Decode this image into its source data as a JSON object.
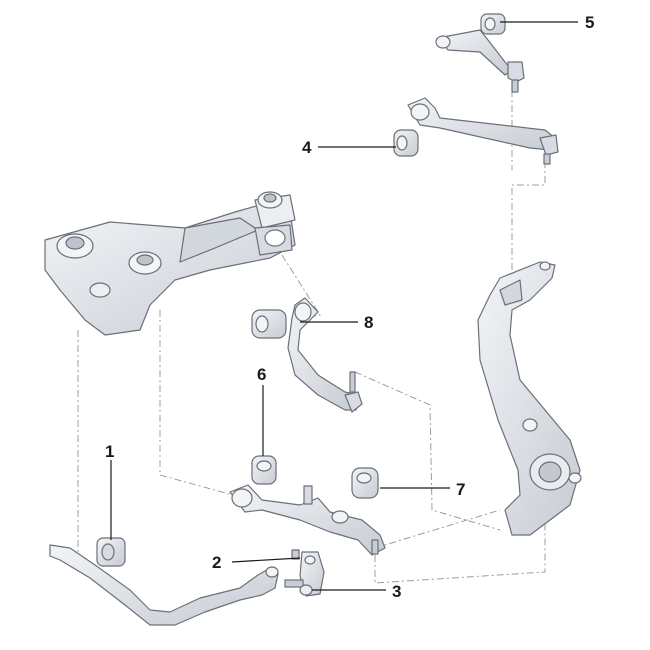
{
  "callouts": [
    {
      "id": "1",
      "label": "1"
    },
    {
      "id": "2",
      "label": "2"
    },
    {
      "id": "3",
      "label": "3"
    },
    {
      "id": "4",
      "label": "4"
    },
    {
      "id": "5",
      "label": "5"
    },
    {
      "id": "6",
      "label": "6"
    },
    {
      "id": "7",
      "label": "7"
    },
    {
      "id": "8",
      "label": "8"
    }
  ],
  "colors": {
    "part_fill": "#e4e7ec",
    "part_shade": "#c9ced6",
    "part_stroke": "#6b7078",
    "dash_line": "#9a9ea5",
    "leader_line": "#1a1a1a"
  }
}
